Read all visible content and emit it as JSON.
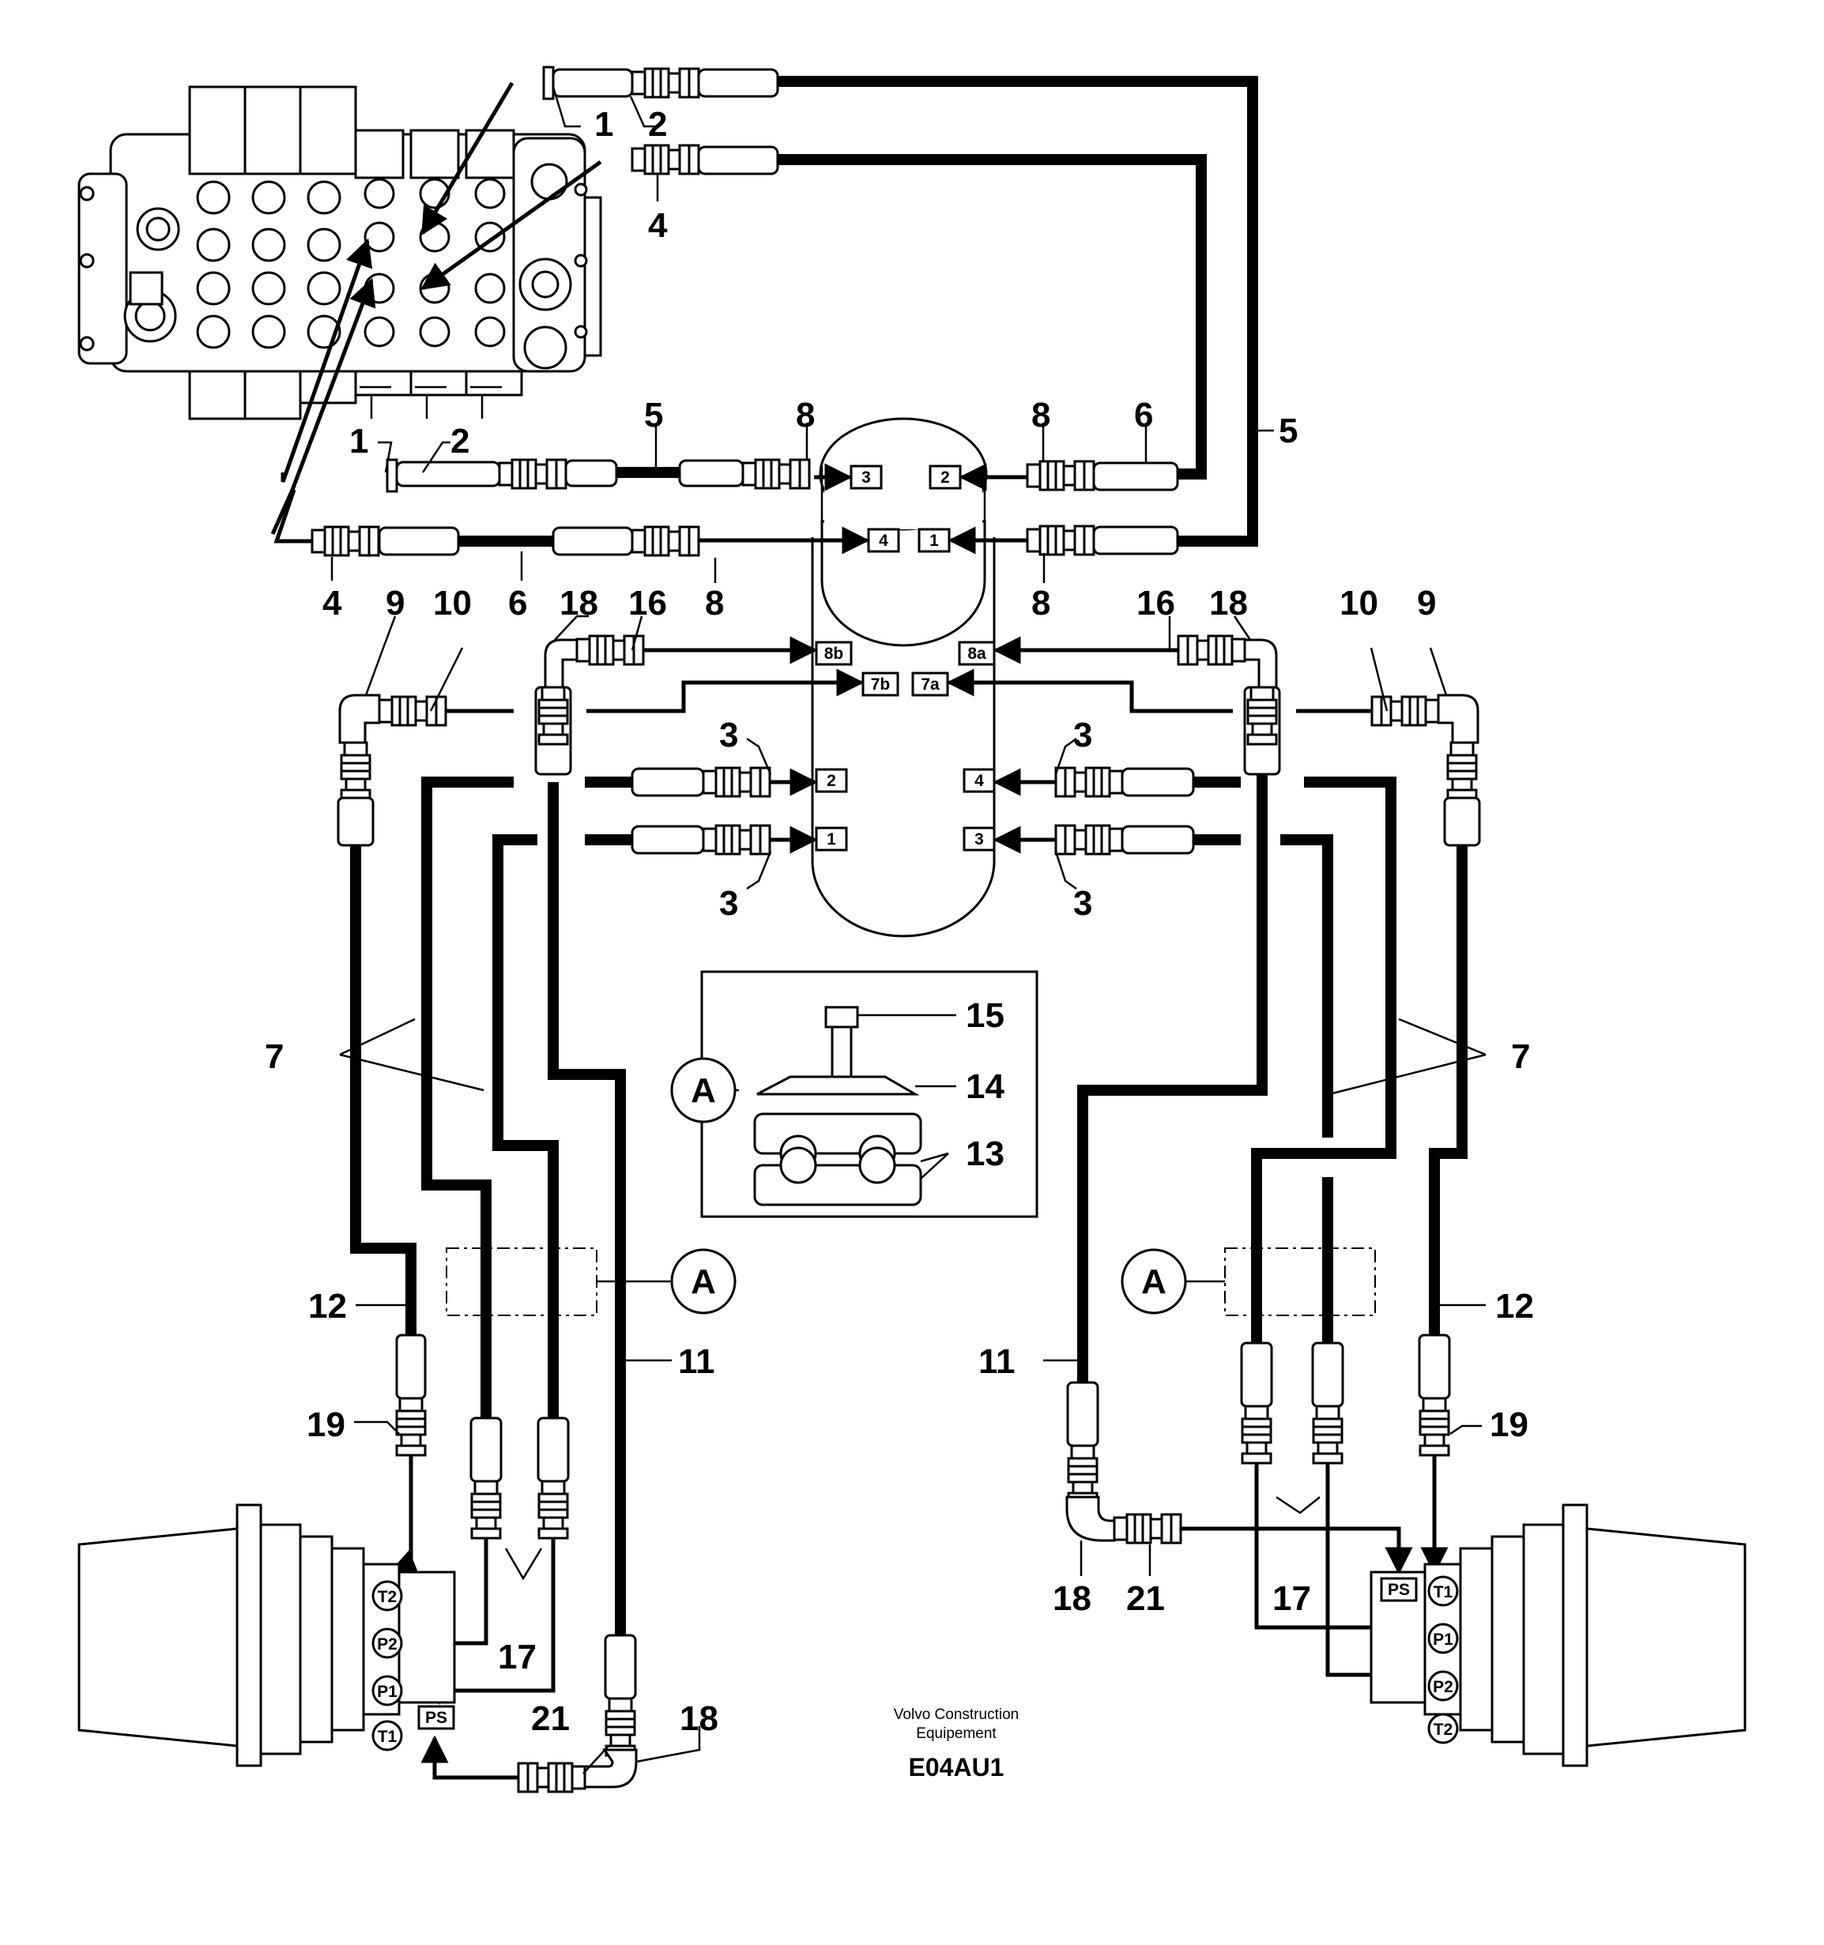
{
  "diagram": {
    "document_code": "E04AU1",
    "credit_line_1": "Volvo Construction",
    "credit_line_2": "Equipement",
    "detail_marker": "A",
    "swivel_ports": {
      "upper": [
        "3",
        "2",
        "4",
        "1"
      ],
      "mid": [
        "8b",
        "8a",
        "7b",
        "7a"
      ],
      "lower": [
        "2",
        "4",
        "1",
        "3"
      ]
    },
    "left_motor_ports": [
      "T2",
      "P2",
      "P1",
      "T1",
      "PS"
    ],
    "right_motor_ports": [
      "PS",
      "T1",
      "P1",
      "P2",
      "T2"
    ],
    "callouts": {
      "c1": "1",
      "c2": "2",
      "c3": "3",
      "c4": "4",
      "c5": "5",
      "c6": "6",
      "c7": "7",
      "c8": "8",
      "c9": "9",
      "c10": "10",
      "c11": "11",
      "c12": "12",
      "c13": "13",
      "c14": "14",
      "c15": "15",
      "c16": "16",
      "c17": "17",
      "c18": "18",
      "c19": "19",
      "c21": "21"
    }
  }
}
